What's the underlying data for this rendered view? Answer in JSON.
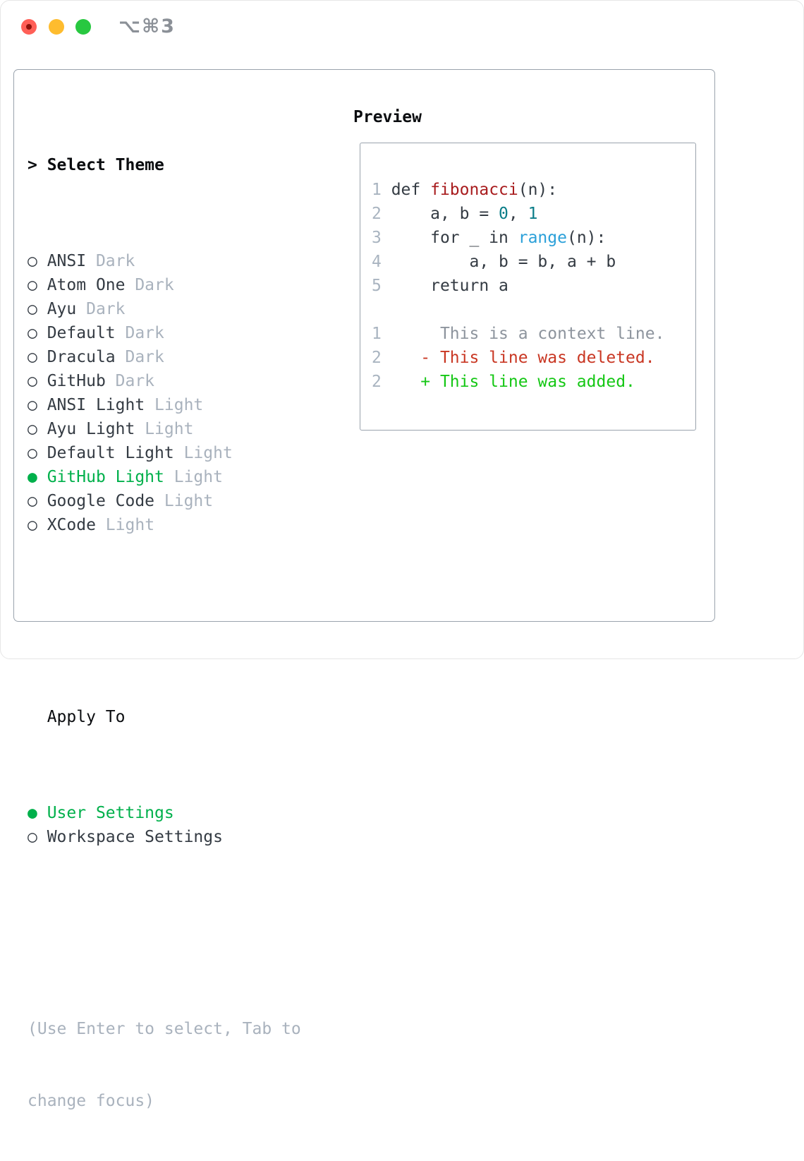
{
  "window": {
    "titlebar": {
      "shortcut": "⌥⌘3",
      "traffic_lights": [
        "close",
        "minimize",
        "zoom"
      ]
    }
  },
  "colors": {
    "accent_green": "#00b04b",
    "diff_add_green": "#15c715",
    "diff_del_red": "#c93723",
    "function_red": "#a81c1e",
    "number_teal": "#0b7d88",
    "call_blue": "#2ba0d9",
    "ink": "#0b0d10",
    "code_ink": "#343b43",
    "muted_gray": "#a9b2bd",
    "line_number_gray": "#a9b4c0",
    "context_gray": "#8d949d",
    "panel_border": "#9aa3ad",
    "traffic_red": "#ff5f57",
    "traffic_red_dot": "#8f130c",
    "traffic_yellow": "#febc2e",
    "traffic_green": "#28c840",
    "titlebar_gray": "#8b9097"
  },
  "glyphs": {
    "prompt": ">",
    "selected_bullet": "●",
    "unselected_bullet": "○"
  },
  "theme_panel": {
    "header_label": "Select Theme",
    "themes": [
      {
        "name": "ANSI",
        "variant": "Dark",
        "selected": false
      },
      {
        "name": "Atom One",
        "variant": "Dark",
        "selected": false
      },
      {
        "name": "Ayu",
        "variant": "Dark",
        "selected": false
      },
      {
        "name": "Default",
        "variant": "Dark",
        "selected": false
      },
      {
        "name": "Dracula",
        "variant": "Dark",
        "selected": false
      },
      {
        "name": "GitHub",
        "variant": "Dark",
        "selected": false
      },
      {
        "name": "ANSI Light",
        "variant": "Light",
        "selected": false
      },
      {
        "name": "Ayu Light",
        "variant": "Light",
        "selected": false
      },
      {
        "name": "Default Light",
        "variant": "Light",
        "selected": false
      },
      {
        "name": "GitHub Light",
        "variant": "Light",
        "selected": true
      },
      {
        "name": "Google Code",
        "variant": "Light",
        "selected": false
      },
      {
        "name": "XCode",
        "variant": "Light",
        "selected": false
      }
    ],
    "apply_to": {
      "header_label": "Apply To",
      "options": [
        {
          "name": "User Settings",
          "selected": true
        },
        {
          "name": "Workspace Settings",
          "selected": false
        }
      ]
    },
    "help_lines": [
      "(Use Enter to select, Tab to",
      "change focus)"
    ]
  },
  "preview": {
    "title": "Preview",
    "lines": [
      {
        "tokens": [
          {
            "t": "1",
            "c": "ln"
          },
          {
            "t": " def ",
            "c": "code"
          },
          {
            "t": "fibonacci",
            "c": "fn"
          },
          {
            "t": "(n):",
            "c": "code"
          }
        ]
      },
      {
        "tokens": [
          {
            "t": "2",
            "c": "ln"
          },
          {
            "t": "     a, b = ",
            "c": "code"
          },
          {
            "t": "0",
            "c": "num"
          },
          {
            "t": ", ",
            "c": "code"
          },
          {
            "t": "1",
            "c": "num"
          }
        ]
      },
      {
        "tokens": [
          {
            "t": "3",
            "c": "ln"
          },
          {
            "t": "     for _ in ",
            "c": "code"
          },
          {
            "t": "range",
            "c": "call"
          },
          {
            "t": "(n):",
            "c": "code"
          }
        ]
      },
      {
        "tokens": [
          {
            "t": "4",
            "c": "ln"
          },
          {
            "t": "         a, b = b, a + b",
            "c": "code"
          }
        ]
      },
      {
        "tokens": [
          {
            "t": "5",
            "c": "ln"
          },
          {
            "t": "     return a",
            "c": "code"
          }
        ]
      },
      {
        "tokens": [
          {
            "t": "",
            "c": "code"
          }
        ]
      },
      {
        "tokens": [
          {
            "t": "1",
            "c": "ln"
          },
          {
            "t": "      ",
            "c": "code"
          },
          {
            "t": "This is a context line.",
            "c": "ctx"
          }
        ]
      },
      {
        "tokens": [
          {
            "t": "2",
            "c": "ln"
          },
          {
            "t": "    ",
            "c": "code"
          },
          {
            "t": "- This line was deleted.",
            "c": "del"
          }
        ]
      },
      {
        "tokens": [
          {
            "t": "2",
            "c": "ln"
          },
          {
            "t": "    ",
            "c": "code"
          },
          {
            "t": "+ This line was added.",
            "c": "add"
          }
        ]
      }
    ]
  }
}
